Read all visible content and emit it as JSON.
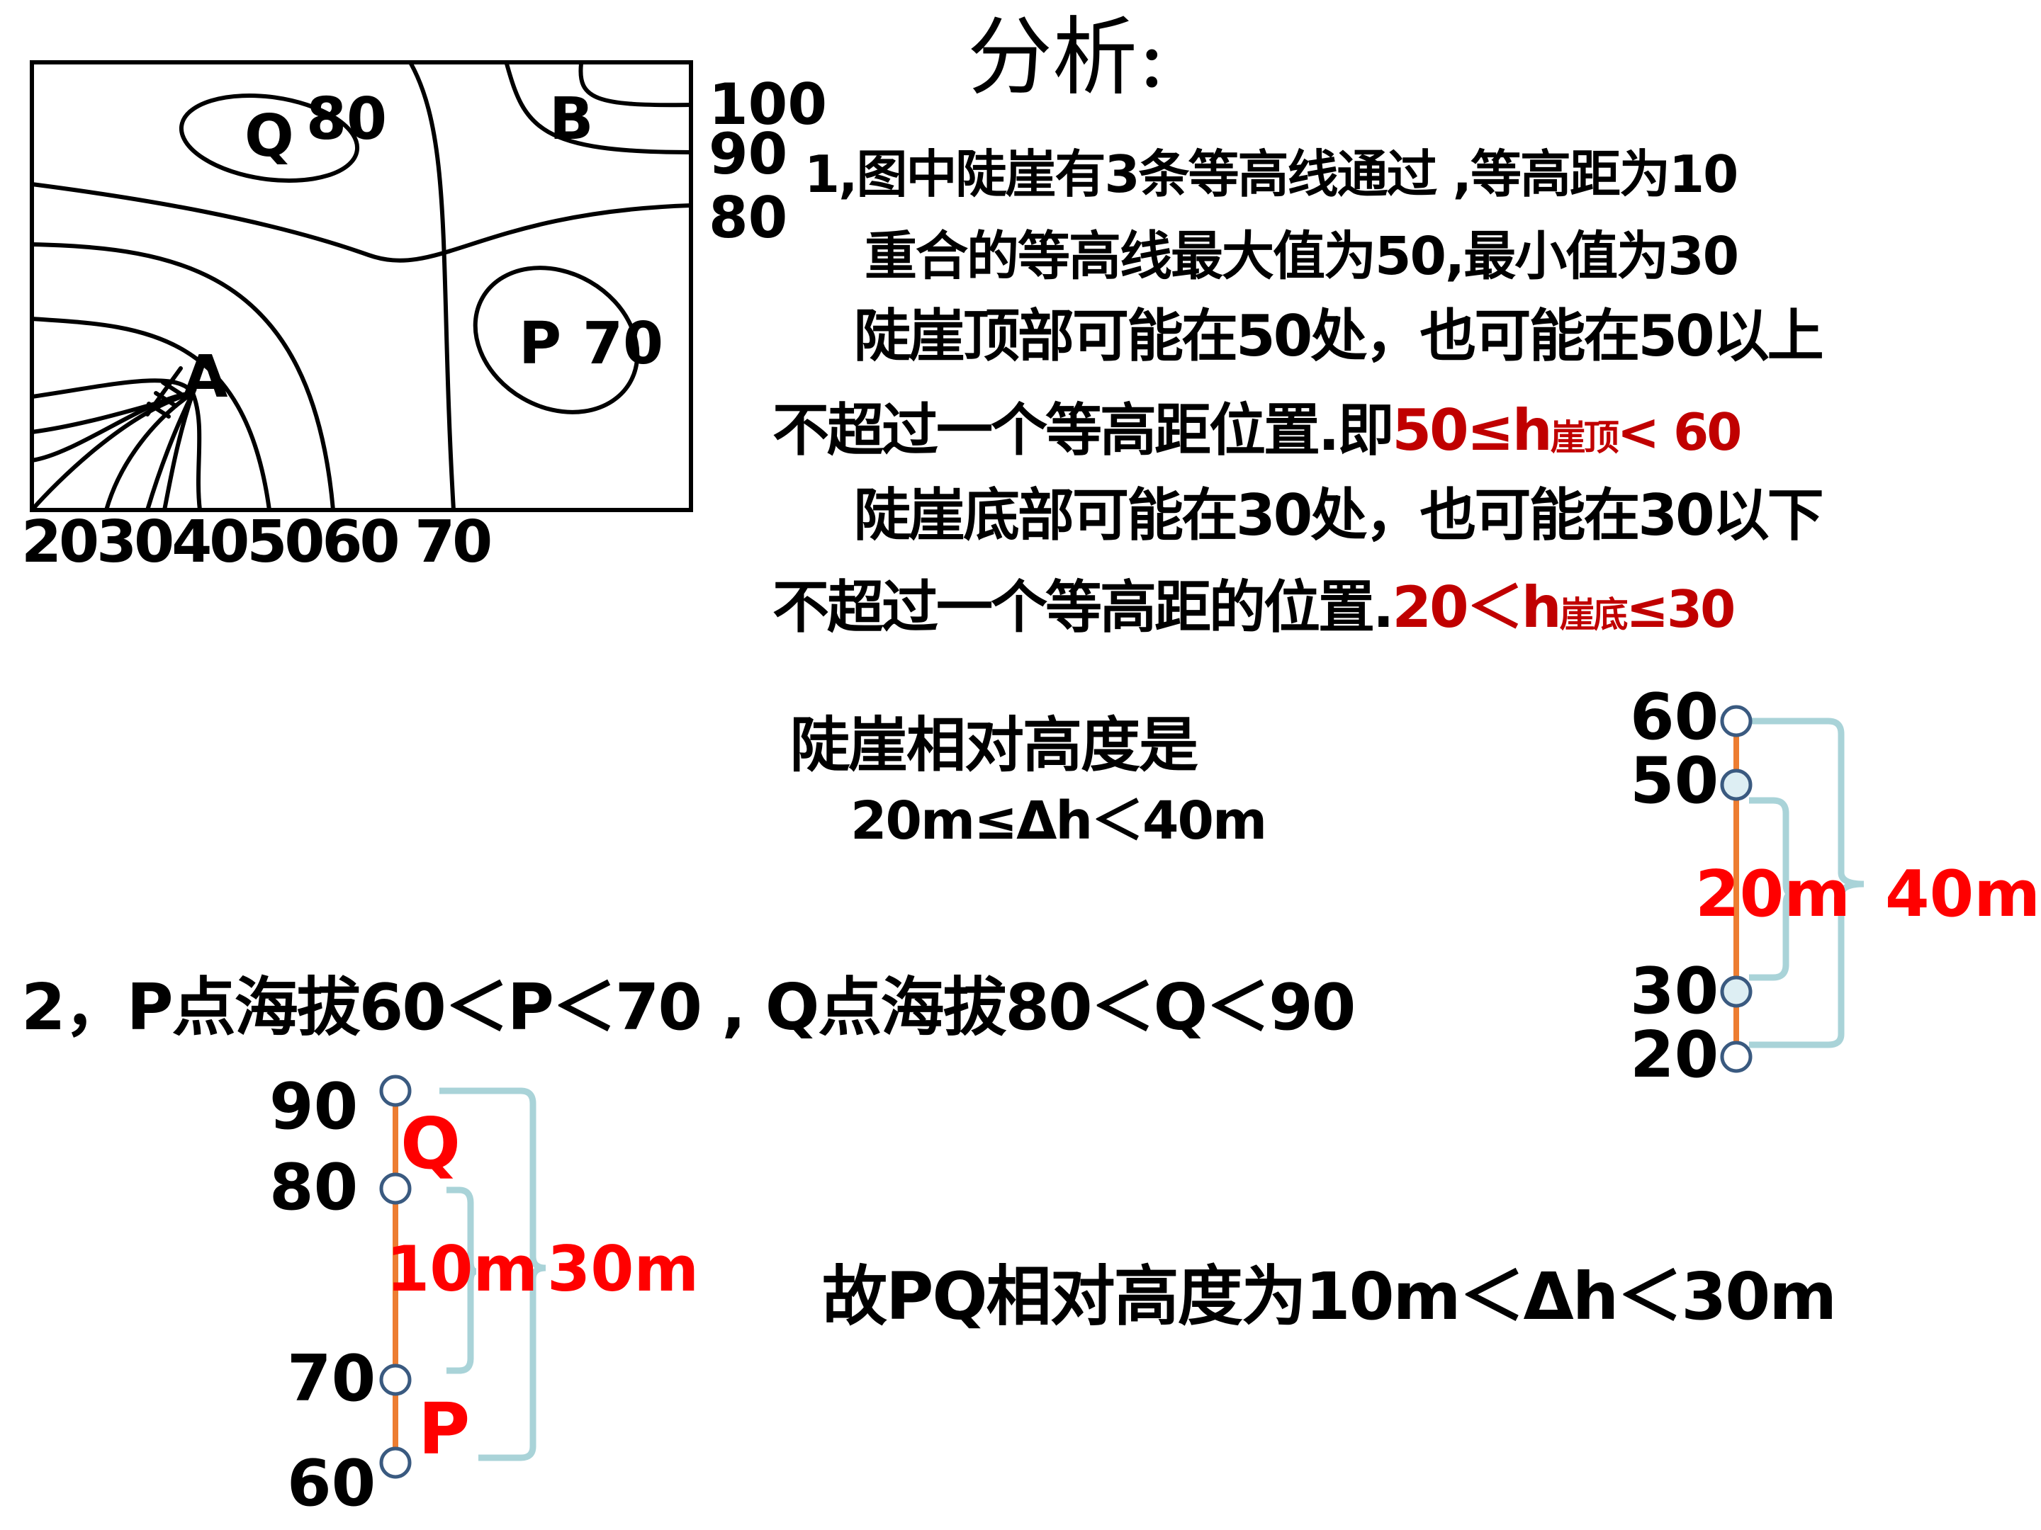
{
  "title": "分析:",
  "contour_map": {
    "labels": {
      "Q": "Q",
      "Q_value": "80",
      "B": "B",
      "P": "P",
      "P_value": "70",
      "A": "A"
    },
    "right_values": [
      "100",
      "90",
      "80"
    ],
    "bottom_values": "2030405060 70"
  },
  "analysis": {
    "line1": "1,图中陡崖有3条等高线通过 ,等高距为10",
    "line2": "重合的等高线最大值为50,最小值为30",
    "line3": "陡崖顶部可能在50处，也可能在50以上",
    "line4_text": "不超过一个等高距位置.即",
    "line4_formula_main": "50≤h",
    "line4_formula_sub": "崖顶",
    "line4_formula_end": "< 60",
    "line5": "陡崖底部可能在30处，也可能在30以下",
    "line6_text": "不超过一个等高距的位置.",
    "line6_formula_main": "20＜h",
    "line6_formula_sub": "崖底",
    "line6_formula_end": "≤30"
  },
  "relative_height": {
    "label": "陡崖相对高度是",
    "formula": "20m≤Δh＜40m"
  },
  "cliff_scale": {
    "ticks": [
      "60",
      "50",
      "30",
      "20"
    ],
    "inner_label": "20m",
    "outer_label": "40m"
  },
  "part2": {
    "text": "2，P点海拔60＜P＜70 , Q点海拔80＜Q＜90"
  },
  "pq_scale": {
    "ticks": [
      "90",
      "80",
      "70",
      "60"
    ],
    "q_label": "Q",
    "p_label": "P",
    "inner_label": "10m",
    "outer_label": "30m"
  },
  "conclusion": "故PQ相对高度为10m＜Δh＜30m",
  "colors": {
    "formula_red": "#c00000",
    "label_red": "#ff0000",
    "axis_orange": "#ed7d31",
    "brace_blue": "#a9d3d8",
    "node_stroke": "#3a5a80",
    "node_fill": "#ddeef3"
  }
}
